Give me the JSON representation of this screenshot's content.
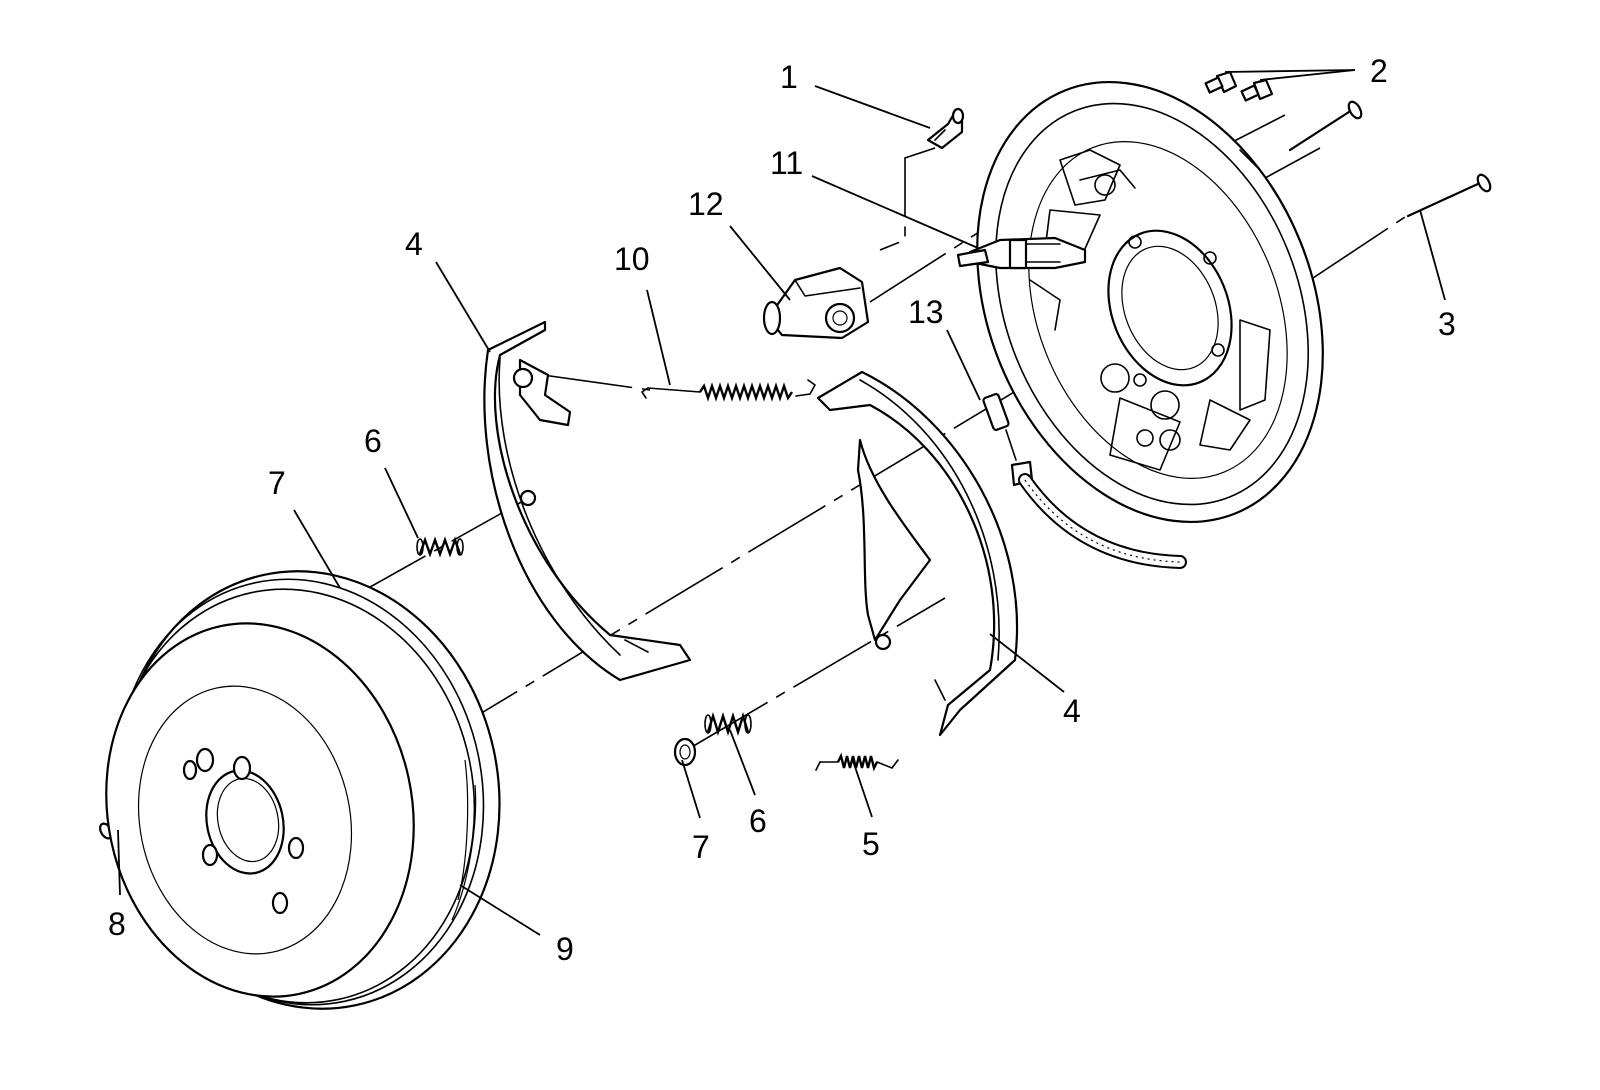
{
  "diagram": {
    "type": "exploded-parts-view",
    "callouts": [
      {
        "id": "1",
        "label": "1"
      },
      {
        "id": "2",
        "label": "2"
      },
      {
        "id": "3",
        "label": "3"
      },
      {
        "id": "4a",
        "label": "4"
      },
      {
        "id": "4b",
        "label": "4"
      },
      {
        "id": "5",
        "label": "5"
      },
      {
        "id": "6a",
        "label": "6"
      },
      {
        "id": "6b",
        "label": "6"
      },
      {
        "id": "7a",
        "label": "7"
      },
      {
        "id": "7b",
        "label": "7"
      },
      {
        "id": "8",
        "label": "8"
      },
      {
        "id": "9",
        "label": "9"
      },
      {
        "id": "10",
        "label": "10"
      },
      {
        "id": "11",
        "label": "11"
      },
      {
        "id": "12",
        "label": "12"
      },
      {
        "id": "13",
        "label": "13"
      }
    ]
  }
}
